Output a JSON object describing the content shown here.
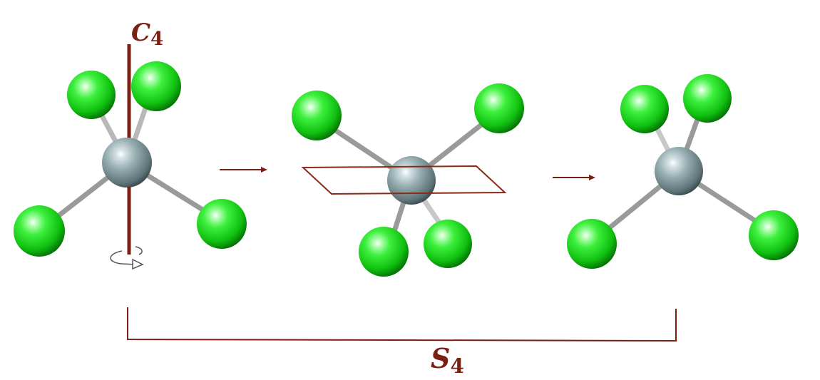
{
  "labels": {
    "rotation_axis": {
      "symbol": "C",
      "subscript": "4"
    },
    "improper_rotation": {
      "symbol": "S",
      "subscript": "4"
    }
  },
  "colors": {
    "accent": "#7a1f12",
    "ligand": "#22dd22",
    "central_atom": "#8aa2a6",
    "bond": "#9a9a9a"
  },
  "icons": {
    "rotation": "rotation-arrow-icon"
  }
}
